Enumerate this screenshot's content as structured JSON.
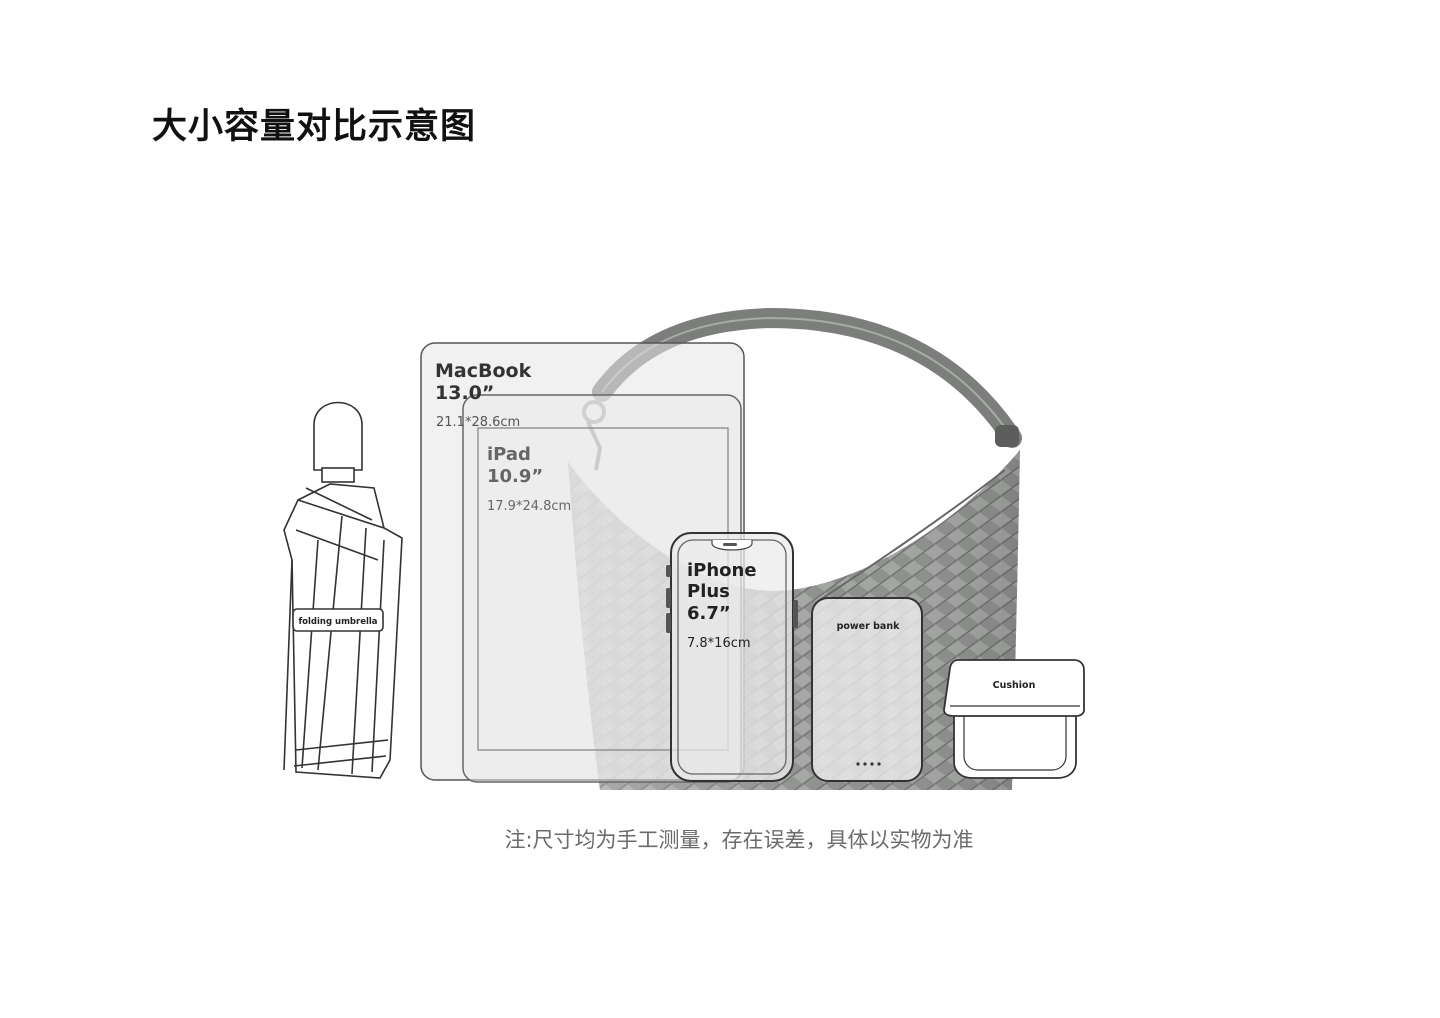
{
  "title": "大小容量对比示意图",
  "note": "注:尺寸均为手工测量，存在误差，具体以实物为准",
  "items": {
    "macbook": {
      "name": "MacBook",
      "size": "13.0”",
      "dims": "21.1*28.6cm"
    },
    "ipad": {
      "name": "iPad",
      "size": "10.9”",
      "dims": "17.9*24.8cm"
    },
    "iphone": {
      "name_line1": "iPhone",
      "name_line2": "Plus",
      "size": "6.7”",
      "dims": "7.8*16cm"
    },
    "power_bank": {
      "name": "power bank"
    },
    "cushion": {
      "name": "Cushion"
    },
    "umbrella": {
      "name": "folding umbrella"
    }
  },
  "colors": {
    "bag": "#8f918f",
    "device_fill": "#e6e6e6",
    "outline": "#555555",
    "title": "#111111",
    "note": "#6b6b6b"
  }
}
